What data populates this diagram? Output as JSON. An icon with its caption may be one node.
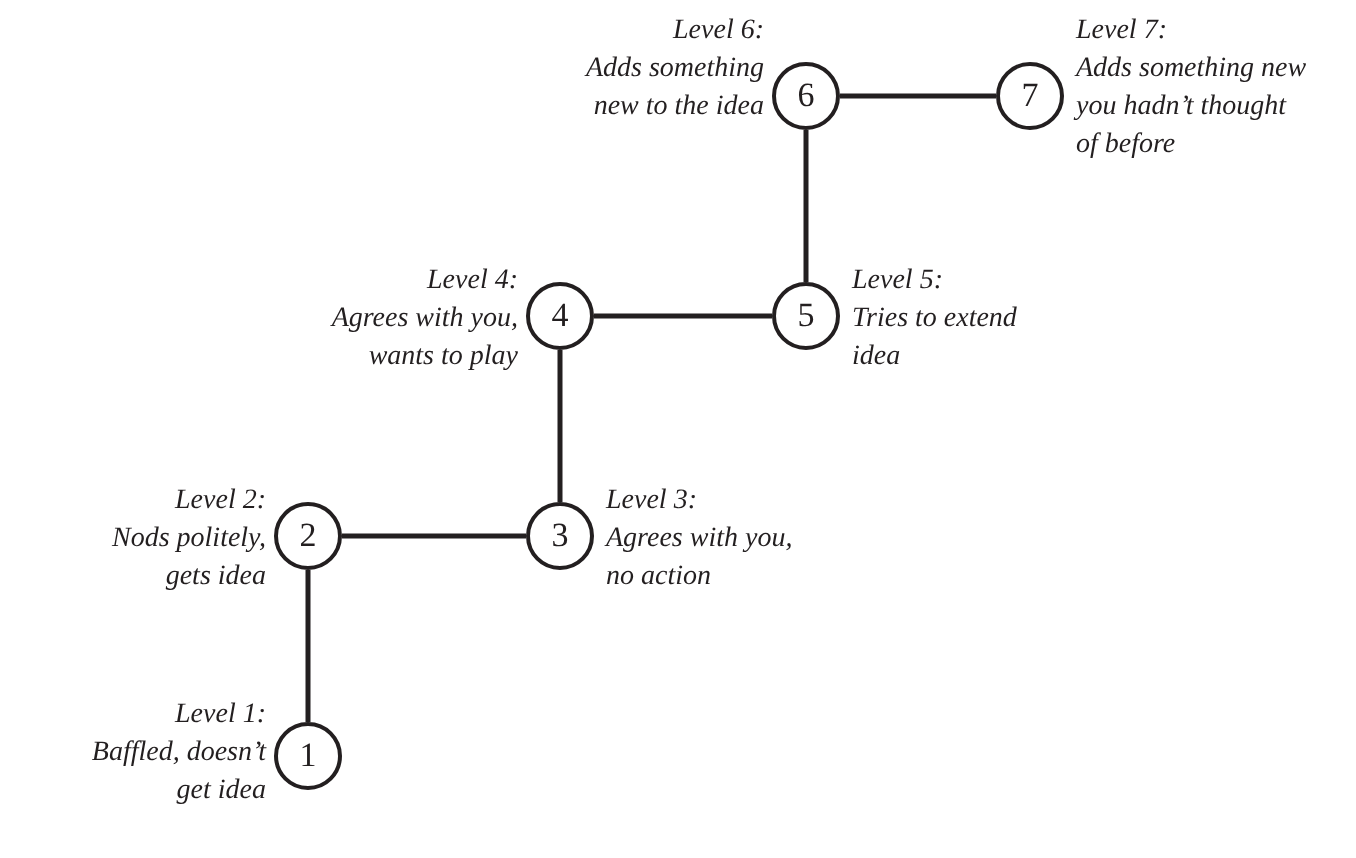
{
  "diagram": {
    "nodes": [
      {
        "text": [
          "1"
        ],
        "beside": [
          "Level 1:",
          "Baffled, doesn’t get idea"
        ]
      },
      {
        "text": [
          "2"
        ],
        "beside": [
          "Level 2:",
          "Nods politely, gets idea"
        ]
      },
      {
        "text": [
          "3"
        ],
        "beside": [
          "Level 3:",
          "Agrees with you, no action"
        ]
      },
      {
        "text": [
          "4"
        ],
        "beside": [
          "Level 4:",
          "Agrees with you, wants to play"
        ]
      },
      {
        "text": [
          "5"
        ],
        "beside": [
          "Level 5:",
          "Tries to extend idea"
        ]
      },
      {
        "text": [
          "6"
        ],
        "beside": [
          "Level 6:",
          "Adds something new to the idea"
        ]
      },
      {
        "text": [
          "7"
        ],
        "beside": [
          "Level 7:",
          "Adds something new you hadn’t thought of before"
        ]
      }
    ],
    "edges": [
      {
        "from": 0,
        "to": 1,
        "arrow": "none"
      },
      {
        "from": 1,
        "to": 2,
        "arrow": "none"
      },
      {
        "from": 2,
        "to": 3,
        "arrow": "none"
      },
      {
        "from": 3,
        "to": 4,
        "arrow": "none"
      },
      {
        "from": 4,
        "to": 5,
        "arrow": "none"
      },
      {
        "from": 5,
        "to": 6,
        "arrow": "none"
      }
    ]
  }
}
